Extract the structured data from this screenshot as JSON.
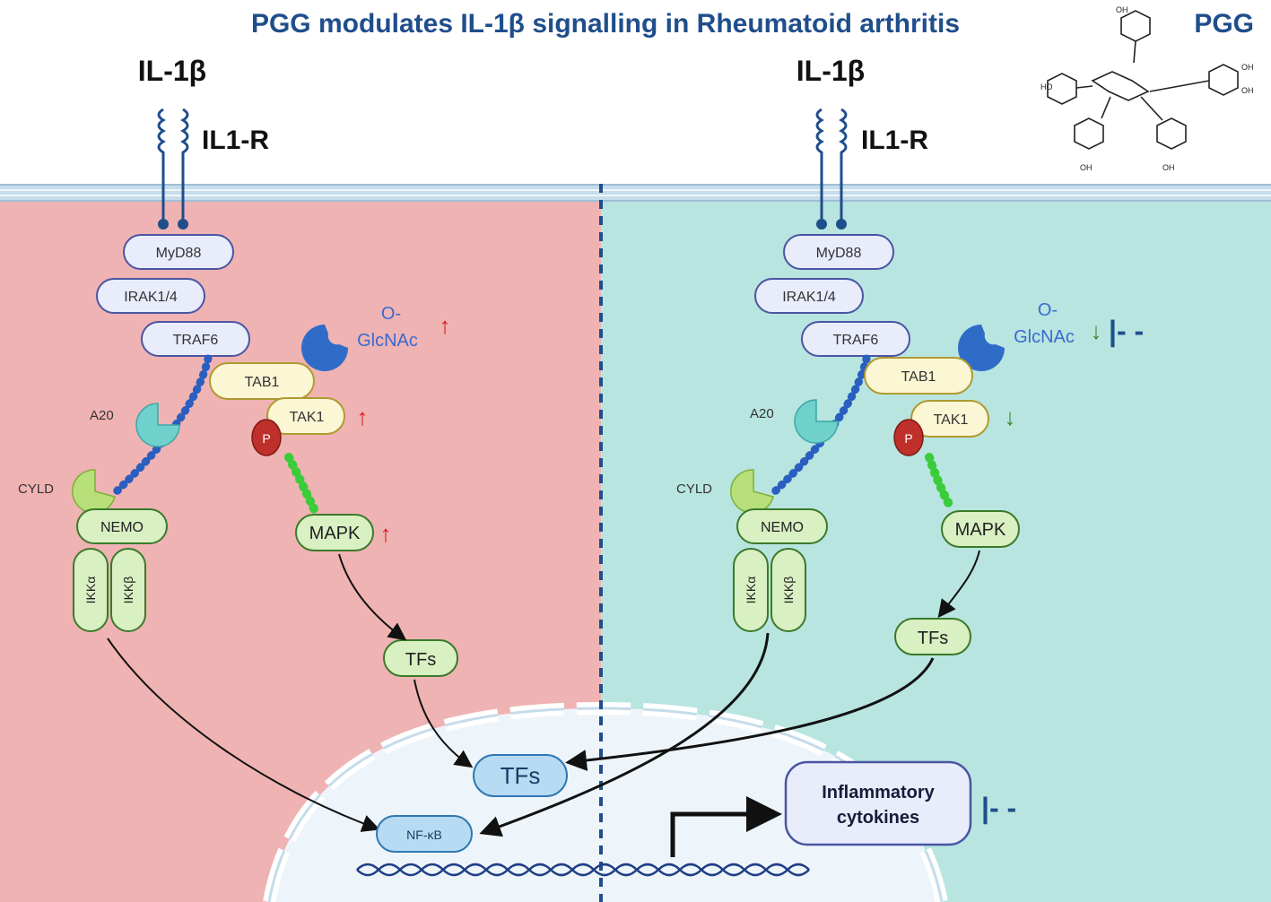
{
  "title": "PGG modulates IL-1β signalling in Rheumatoid arthritis",
  "compound_label": "PGG",
  "colors": {
    "title": "#1f4e8c",
    "membrane": "#c5dcea",
    "left_panel": "#f0b3b3",
    "right_panel": "#b8e5e0",
    "nucleus": "#eef5fa",
    "up_arrow": "#d22020",
    "down_arrow": "#3a8a2a",
    "inhibition": "#1f4e8c"
  },
  "left": {
    "ligand": "IL-1β",
    "receptor": "IL1-R",
    "myd88": "MyD88",
    "irak": "IRAK1/4",
    "traf6": "TRAF6",
    "tab1": "TAB1",
    "tak1": "TAK1",
    "p": "P",
    "a20": "A20",
    "cyld": "CYLD",
    "nemo": "NEMO",
    "ikka": "IKKα",
    "ikkb": "IKKβ",
    "mapk": "MAPK",
    "tfs": "TFs",
    "oglcnac_top": "O-",
    "oglcnac_bottom": "GlcNAc",
    "up": "↑"
  },
  "right": {
    "ligand": "IL-1β",
    "receptor": "IL1-R",
    "myd88": "MyD88",
    "irak": "IRAK1/4",
    "traf6": "TRAF6",
    "tab1": "TAB1",
    "tak1": "TAK1",
    "p": "P",
    "a20": "A20",
    "cyld": "CYLD",
    "nemo": "NEMO",
    "ikka": "IKKα",
    "ikkb": "IKKβ",
    "mapk": "MAPK",
    "tfs": "TFs",
    "oglcnac_top": "O-",
    "oglcnac_bottom": "GlcNAc",
    "down": "↓",
    "inhibit": "|- -"
  },
  "nucleus": {
    "tfs": "TFs",
    "nfkb": "NF-κB",
    "cytokines_line1": "Inflammatory",
    "cytokines_line2": "cytokines",
    "inhibit": "|- -"
  }
}
